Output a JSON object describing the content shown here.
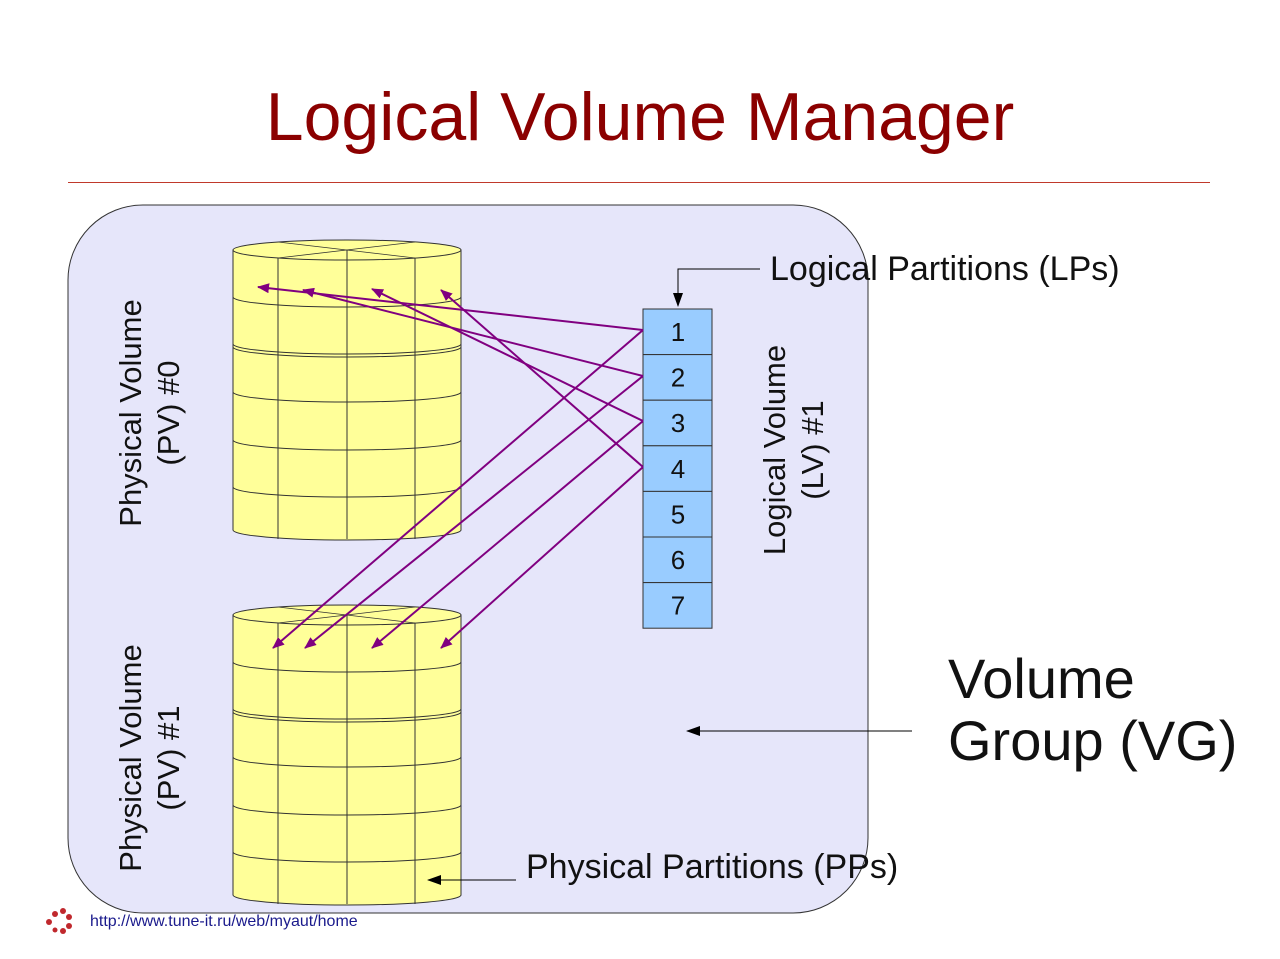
{
  "title": "Logical Volume Manager",
  "labels": {
    "pv0": [
      "Physical Volume",
      "(PV) #0"
    ],
    "pv1": [
      "Physical Volume",
      "(PV) #1"
    ],
    "lv": [
      "Logical Volume",
      "(LV) #1"
    ],
    "lps": "Logical Partitions (LPs)",
    "pps": "Physical Partitions (PPs)",
    "vg": [
      "Volume",
      "Group (VG)"
    ]
  },
  "logical_partitions": [
    "1",
    "2",
    "3",
    "4",
    "5",
    "6",
    "7"
  ],
  "footer_url": "http://www.tune-it.ru/web/myaut/home",
  "colors": {
    "title": "#8b0000",
    "vg_fill": "#e6e6fa",
    "cylinder": "#ffff99",
    "lp_fill": "#99ccff",
    "arrow": "#800080"
  }
}
